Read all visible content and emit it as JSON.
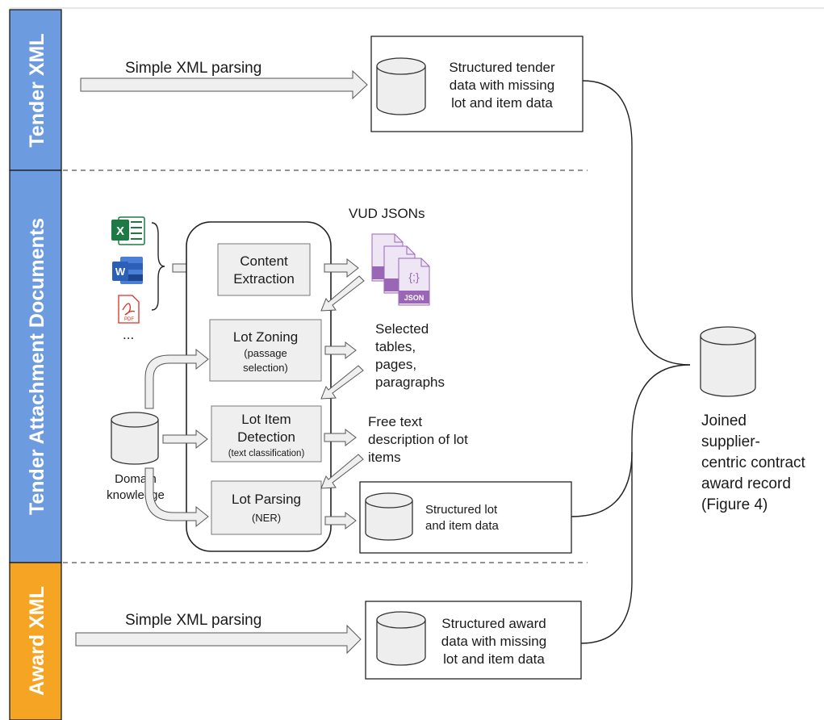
{
  "bands": {
    "tender_xml": "Tender XML",
    "tender_attachments": "Tender Attachment Documents",
    "award_xml": "Award XML"
  },
  "tender": {
    "arrow_label": "Simple XML parsing",
    "box_lines": [
      "Structured tender",
      "data with missing",
      "lot and item data"
    ]
  },
  "attachments": {
    "file_icons": [
      "excel-icon",
      "word-icon",
      "pdf-icon"
    ],
    "pdf_label": "PDF",
    "ellipsis": "...",
    "vud_label": "VUD JSONs",
    "json_label": "JSON",
    "json_glyph": "{;}",
    "steps": [
      {
        "title": [
          "Content",
          "Extraction"
        ],
        "sub": []
      },
      {
        "title": [
          "Lot Zoning"
        ],
        "sub": [
          "(passage",
          "selection)"
        ]
      },
      {
        "title": [
          "Lot Item",
          "Detection"
        ],
        "sub": [
          "(text classification)"
        ]
      },
      {
        "title": [
          "Lot Parsing"
        ],
        "sub": [
          "(NER)"
        ]
      }
    ],
    "selected_lines": [
      "Selected",
      "tables,",
      "pages,",
      "paragraphs"
    ],
    "freetext_lines": [
      "Free text",
      "description of lot",
      "items"
    ],
    "domain_lines": [
      "Domain",
      "knowledge"
    ],
    "lot_box_lines": [
      "Structured lot",
      "and item data"
    ]
  },
  "award": {
    "arrow_label": "Simple XML parsing",
    "box_lines": [
      "Structured award",
      "data with missing",
      "lot and item data"
    ]
  },
  "joined_lines": [
    "Joined",
    "supplier-",
    "centric contract",
    "award record",
    "(Figure 4)"
  ],
  "colors": {
    "band_blue": "#6d9be0",
    "band_orange": "#f6a423",
    "excel_green": "#1e7a45",
    "word_blue": "#2b5fb8",
    "pdf_red": "#d93025",
    "json_purple": "#9a67b7"
  }
}
